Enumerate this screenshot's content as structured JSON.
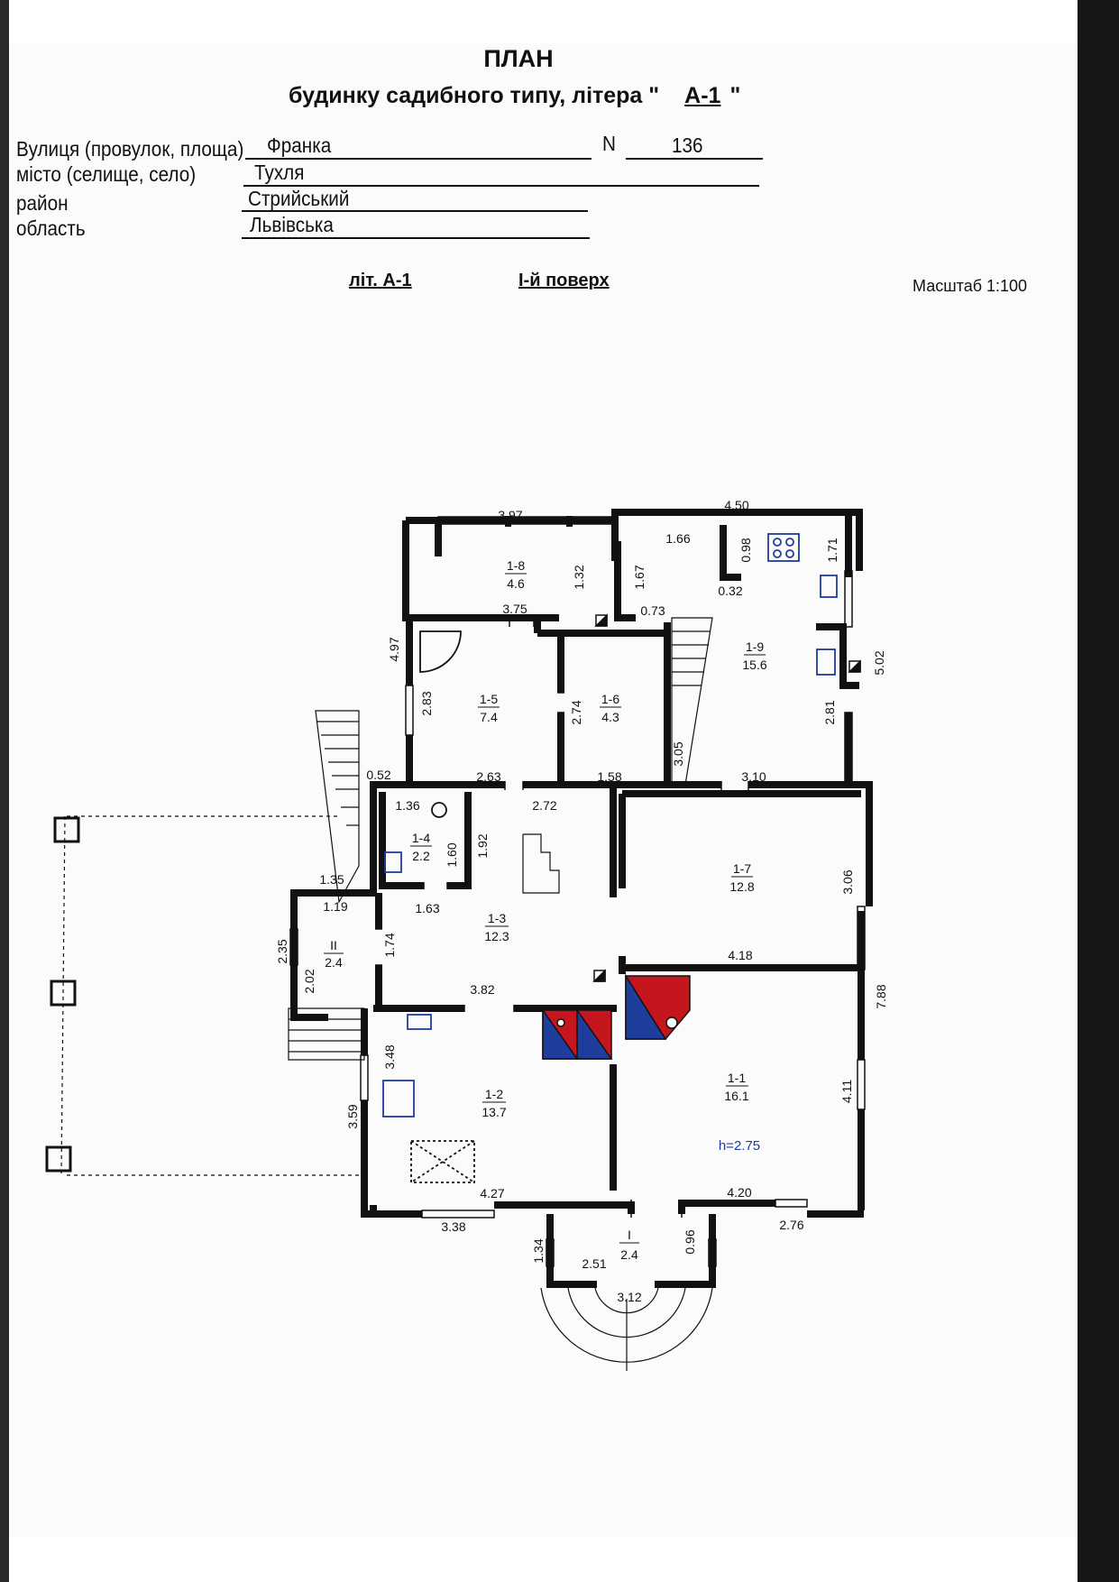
{
  "header": {
    "title": "ПЛАН",
    "subtitle": "будинку садибного типу, літера \"",
    "letter": "А-1",
    "subtitle_end": "\""
  },
  "address": {
    "street_label": "Вулиця (провулок, площа)",
    "street_value": "Франка",
    "number_label": "N",
    "number_value": "136",
    "city_label": "місто (селище, село)",
    "city_value": "Тухля",
    "district_label": "район",
    "district_value": "Стрийський",
    "region_label": "область",
    "region_value": "Львівська"
  },
  "sheet": {
    "lit": "літ. А-1",
    "floor": "І-й поверх",
    "scale": "Масштаб 1:100"
  },
  "rooms": [
    {
      "number": "1-1",
      "area": "16.1"
    },
    {
      "number": "1-2",
      "area": "13.7"
    },
    {
      "number": "1-3",
      "area": "12.3"
    },
    {
      "number": "1-4",
      "area": "2.2"
    },
    {
      "number": "1-5",
      "area": "7.4"
    },
    {
      "number": "1-6",
      "area": "4.3"
    },
    {
      "number": "1-7",
      "area": "12.8"
    },
    {
      "number": "1-8",
      "area": "4.6"
    },
    {
      "number": "1-9",
      "area": "15.6"
    },
    {
      "number": "ІІ",
      "area": "2.4"
    },
    {
      "number": "І",
      "area": "2.4"
    }
  ],
  "ceiling_height": "h=2.75",
  "dimensions": [
    "3.97",
    "4.50",
    "1.66",
    "0.98",
    "1.71",
    "1.32",
    "1.67",
    "0.32",
    "3.75",
    "0.73",
    "4.97",
    "2.83",
    "2.74",
    "5.02",
    "2.81",
    "3.05",
    "0.52",
    "2.63",
    "1.58",
    "3.10",
    "1.36",
    "2.72",
    "1.60",
    "1.92",
    "3.06",
    "1.35",
    "1.19",
    "1.63",
    "2.35",
    "1.74",
    "2.02",
    "4.18",
    "3.82",
    "7.88",
    "3.48",
    "4.11",
    "3.59",
    "4.27",
    "4.20",
    "3.38",
    "2.76",
    "1.34",
    "0.96",
    "2.51",
    "3.12"
  ],
  "colors": {
    "wall": "#111111",
    "stove_red": "#c4161c",
    "stove_blue": "#1f3d9c",
    "fixture": "#1f3d9c"
  }
}
